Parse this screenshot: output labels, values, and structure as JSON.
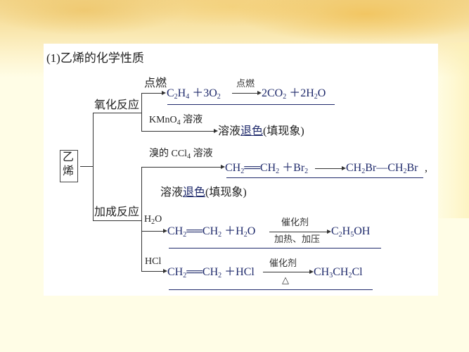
{
  "title": "(1)乙烯的化学性质",
  "root": {
    "label_line1": "乙",
    "label_line2": "烯"
  },
  "branches": {
    "oxidation": {
      "label": "氧化反应",
      "items": [
        {
          "condition": "点燃",
          "equation": {
            "reactants": [
              "C₂H₄",
              "3O₂"
            ],
            "arrow_top": "点燃",
            "products": [
              "2CO₂",
              "2H₂O"
            ]
          }
        },
        {
          "condition": "KMnO₄ 溶液",
          "result_prefix": "溶液",
          "result_blank": "退色",
          "result_suffix": "(填现象)"
        }
      ]
    },
    "addition": {
      "label": "加成反应",
      "items": [
        {
          "condition": "溴的 CCl₄ 溶液",
          "equation": {
            "reactants": [
              "CH₂═CH₂",
              "Br₂"
            ],
            "products": [
              "CH₂Br—CH₂Br"
            ],
            "trailing": ","
          },
          "result_prefix": "溶液",
          "result_blank": "退色",
          "result_suffix": "(填现象)"
        },
        {
          "condition": "H₂O",
          "equation": {
            "reactants": [
              "CH₂═CH₂",
              "H₂O"
            ],
            "arrow_top": "催化剂",
            "arrow_bottom": "加热、加压",
            "products": [
              "C₂H₅OH"
            ]
          }
        },
        {
          "condition": "HCl",
          "equation": {
            "reactants": [
              "CH₂═CH₂",
              "HCl"
            ],
            "arrow_top": "催化剂",
            "arrow_bottom": "△",
            "products": [
              "CH₃CH₂Cl"
            ]
          }
        }
      ]
    }
  },
  "colors": {
    "answer_ink": "#1f2a6b",
    "panel": "#ffffff",
    "background": "#fffde6"
  }
}
